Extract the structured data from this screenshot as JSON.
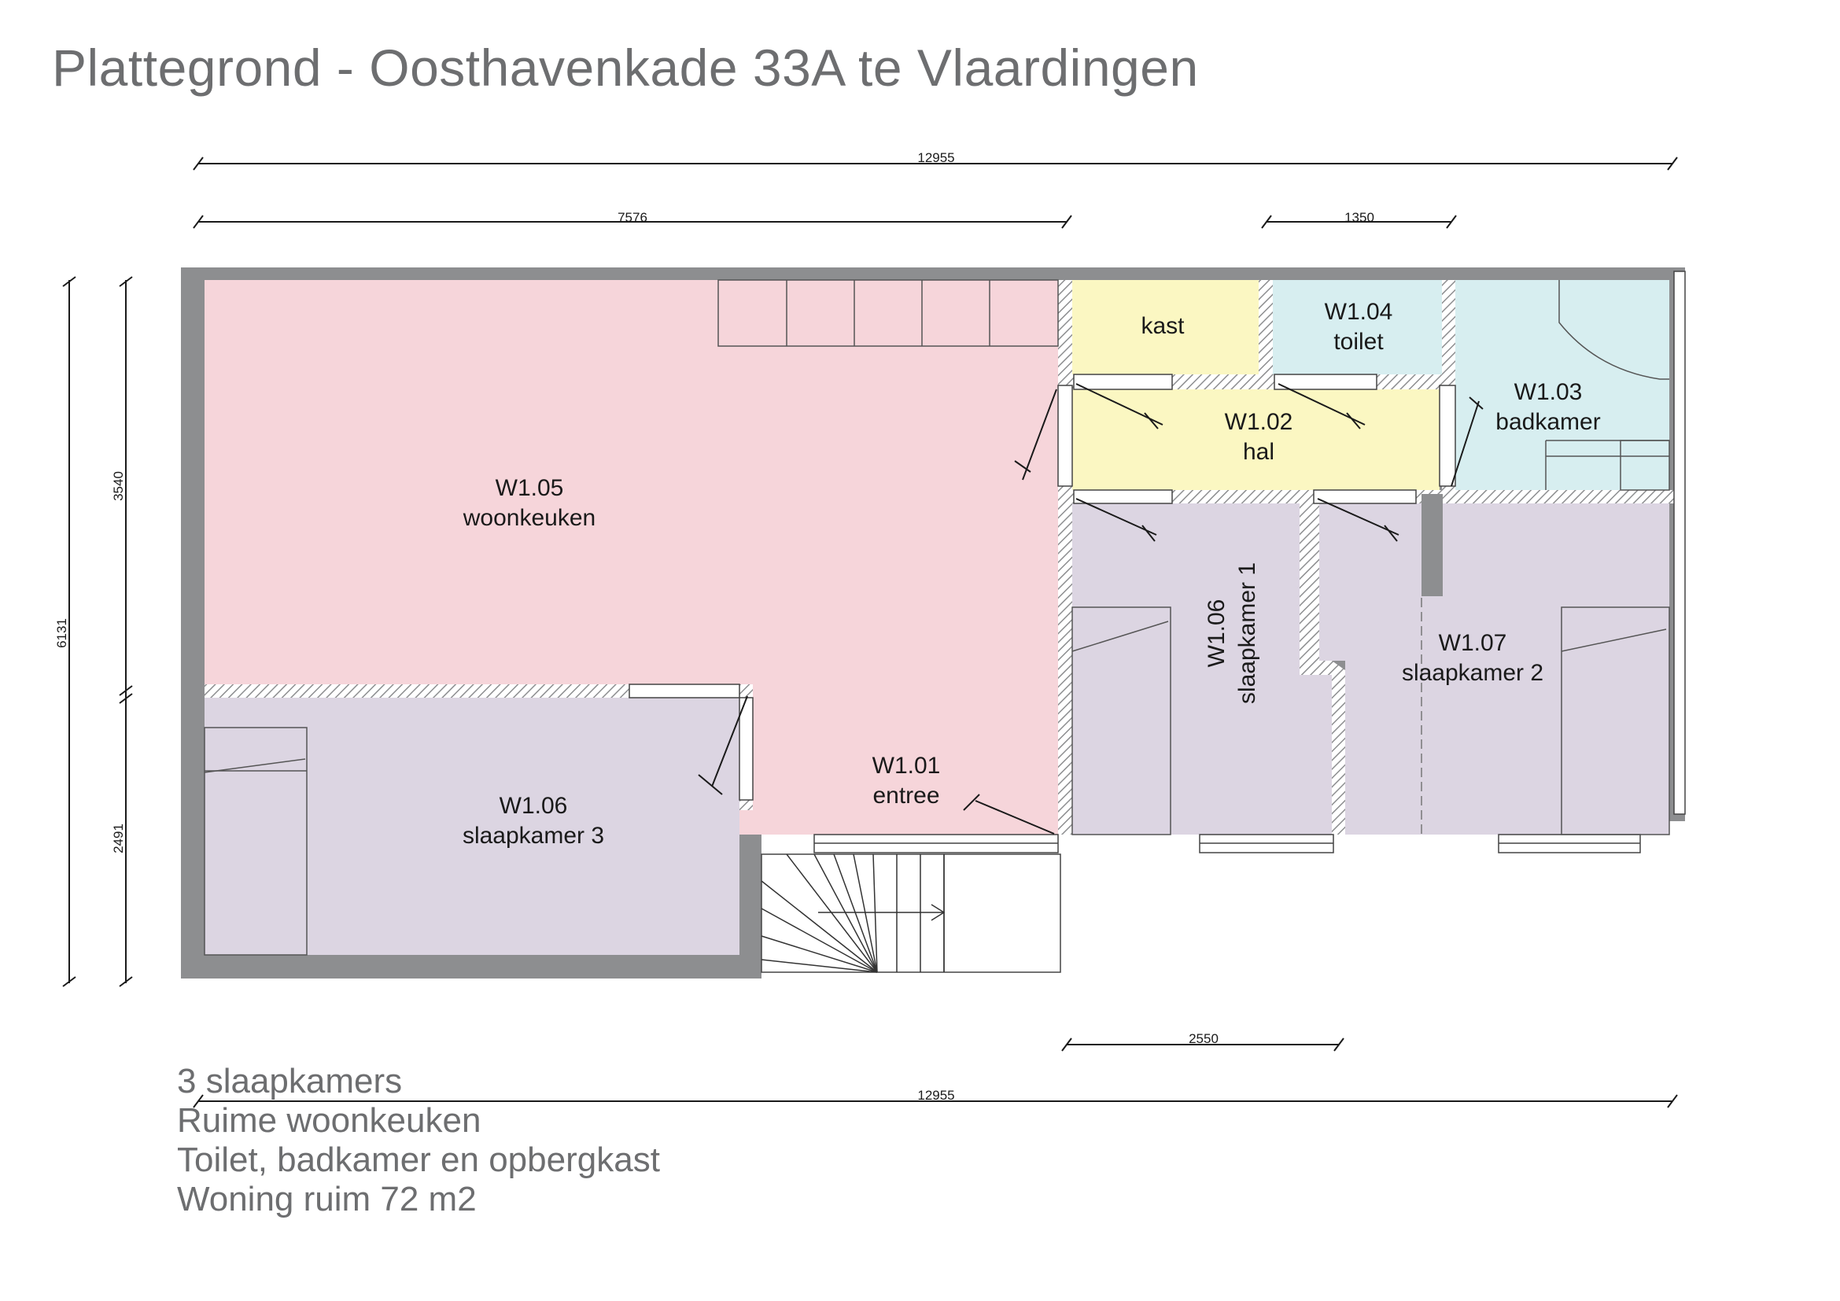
{
  "title": "Plattegrond - Oosthavenkade 33A te Vlaardingen",
  "dimensions": {
    "top_total": "12955",
    "top_left": "7576",
    "top_mid": "1350",
    "left_total": "6131",
    "left_upper": "3540",
    "left_lower": "2491",
    "bottom_mid": "2550",
    "bottom_total": "12955"
  },
  "rooms": {
    "kast": {
      "name": "kast"
    },
    "w104": {
      "code": "W1.04",
      "name": "toilet"
    },
    "w103": {
      "code": "W1.03",
      "name": "badkamer"
    },
    "w102": {
      "code": "W1.02",
      "name": "hal"
    },
    "w105": {
      "code": "W1.05",
      "name": "woonkeuken"
    },
    "w106a": {
      "code": "W1.06",
      "name": "slaapkamer 1"
    },
    "w107": {
      "code": "W1.07",
      "name": "slaapkamer 2"
    },
    "w101": {
      "code": "W1.01",
      "name": "entree"
    },
    "w106b": {
      "code": "W1.06",
      "name": "slaapkamer 3"
    }
  },
  "colors": {
    "woonkeuken": "#f6d5da",
    "slaapkamer": "#dcd5e2",
    "hal_kast": "#fbf7c2",
    "sanitair": "#d7eef0",
    "wall": "#8d8e90"
  },
  "notes": [
    "3 slaapkamers",
    "Ruime woonkeuken",
    "Toilet, badkamer en opbergkast",
    "Woning ruim 72 m2"
  ]
}
